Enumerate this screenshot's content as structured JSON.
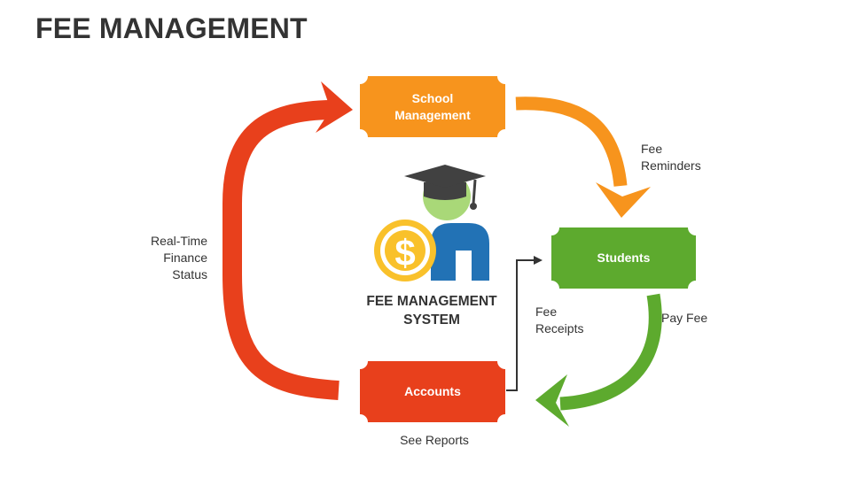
{
  "title": "FEE MANAGEMENT",
  "center": {
    "line1": "FEE MANAGEMENT",
    "line2": "SYSTEM",
    "currency_symbol": "$"
  },
  "nodes": {
    "school": {
      "line1": "School",
      "line2": "Management",
      "color": "#F7941D"
    },
    "students": {
      "label": "Students",
      "color": "#5DAA2E"
    },
    "accounts": {
      "label": "Accounts",
      "color": "#E8401C"
    }
  },
  "edges": {
    "fee_reminders": {
      "line1": "Fee",
      "line2": "Reminders"
    },
    "pay_fee": {
      "label": "Pay Fee"
    },
    "fee_receipts": {
      "line1": "Fee",
      "line2": "Receipts"
    },
    "see_reports": {
      "label": "See Reports"
    },
    "real_time": {
      "line1": "Real-Time",
      "line2": "Finance",
      "line3": "Status"
    }
  },
  "colors": {
    "orange": "#F7941D",
    "green": "#5DAA2E",
    "red": "#E8401C",
    "dark": "#333333",
    "cap": "#414141",
    "face": "#A9D878",
    "body": "#2272B5",
    "coin": "#F9C12B"
  },
  "icons": [
    "graduation-cap-icon",
    "dollar-coin-icon",
    "student-avatar-icon"
  ]
}
